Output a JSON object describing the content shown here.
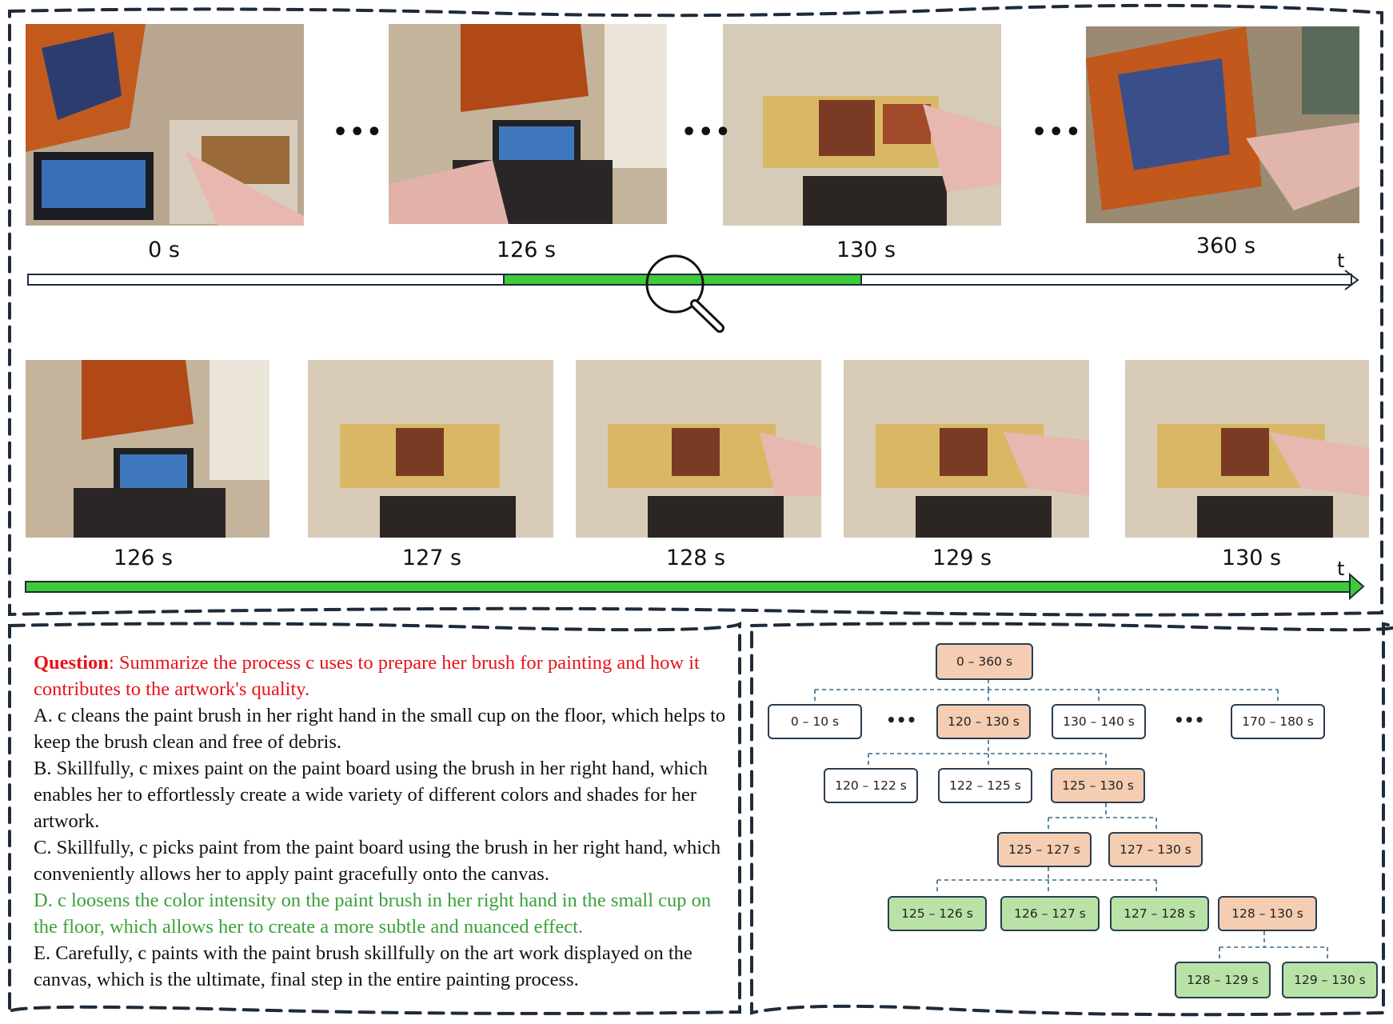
{
  "timeline_top": {
    "labels": [
      "0 s",
      "126 s",
      "130 s",
      "360 s"
    ],
    "axis_label": "t"
  },
  "timeline_bottom": {
    "labels": [
      "126 s",
      "127 s",
      "128 s",
      "129 s",
      "130 s"
    ],
    "axis_label": "t"
  },
  "ellipsis": "•••",
  "question": {
    "prefix": "Question",
    "text": ": Summarize the process c uses to prepare her brush for painting and how it contributes to the artwork's quality."
  },
  "options": {
    "A": "A. c cleans the paint brush in her right hand in the small cup on the floor, which helps to keep the brush clean and free of debris.",
    "B": "B. Skillfully, c mixes paint on the paint board using the brush in her right hand, which enables her to effortlessly create a wide variety of different colors and shades for her artwork.",
    "C": "C. Skillfully, c picks paint from the paint board using the brush in her right hand, which conveniently allows her to apply paint gracefully onto the canvas.",
    "D": "D. c loosens the color intensity on the paint brush in her right hand in the small cup on the floor, which allows her to create a more subtle and nuanced effect.",
    "E": "E. Carefully, c paints with the paint brush skillfully on the art work displayed on the canvas, which is the ultimate, final step in the entire painting process."
  },
  "tree": {
    "root": "0 – 360 s",
    "level1": [
      "0 – 10 s",
      "120 – 130 s",
      "130 – 140 s",
      "170 – 180 s"
    ],
    "level2": [
      "120 – 122 s",
      "122 – 125 s",
      "125 – 130 s"
    ],
    "level3": [
      "125 – 127 s",
      "127 – 130 s"
    ],
    "level4": [
      "125 – 126 s",
      "126 – 127 s",
      "127 – 128 s",
      "128 – 130 s"
    ],
    "level5": [
      "128 – 129 s",
      "129 – 130 s"
    ],
    "ellipsis": "•••",
    "colors": {
      "selected": "#f5cdb3",
      "leaf": "#b9e3a6",
      "other": "#ffffff"
    }
  },
  "colors": {
    "timeline_highlight": "#3ecb3a",
    "question": "#e8131a",
    "answer": "#3aa23a",
    "border": "#1d2b3a"
  }
}
